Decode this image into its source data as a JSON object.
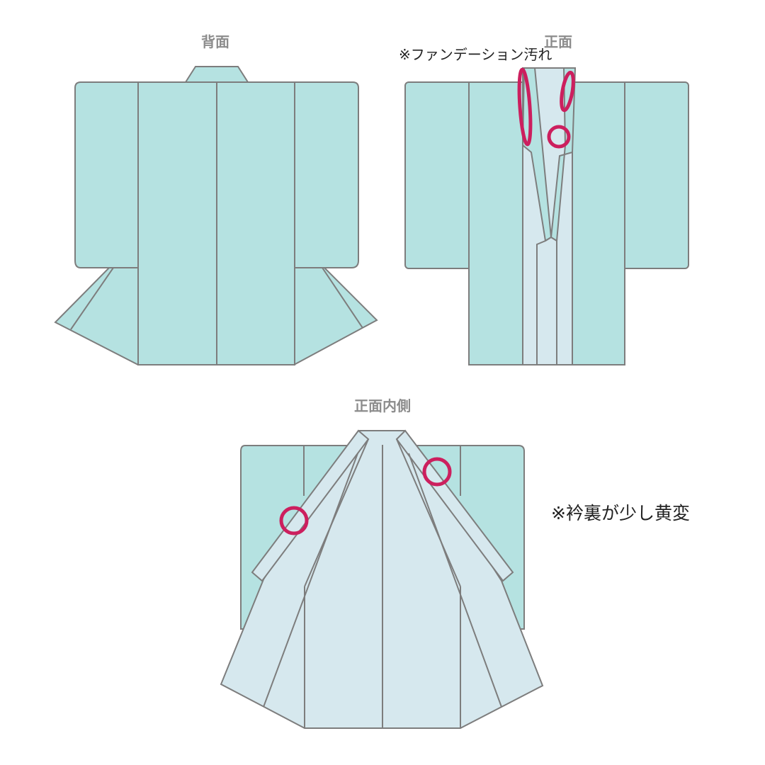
{
  "views": {
    "back": {
      "title": "背面"
    },
    "front": {
      "title": "正面",
      "note": "※ファンデーション汚れ"
    },
    "inner": {
      "title": "正面内側",
      "note": "※衿裏が少し黄変"
    }
  },
  "colors": {
    "shell": "#b5e2e1",
    "lining": "#d6e8ee",
    "outline": "#7d7d7d",
    "marker": "#cc1f5e",
    "title_text": "#8c8c8c",
    "note_text": "#222222"
  }
}
